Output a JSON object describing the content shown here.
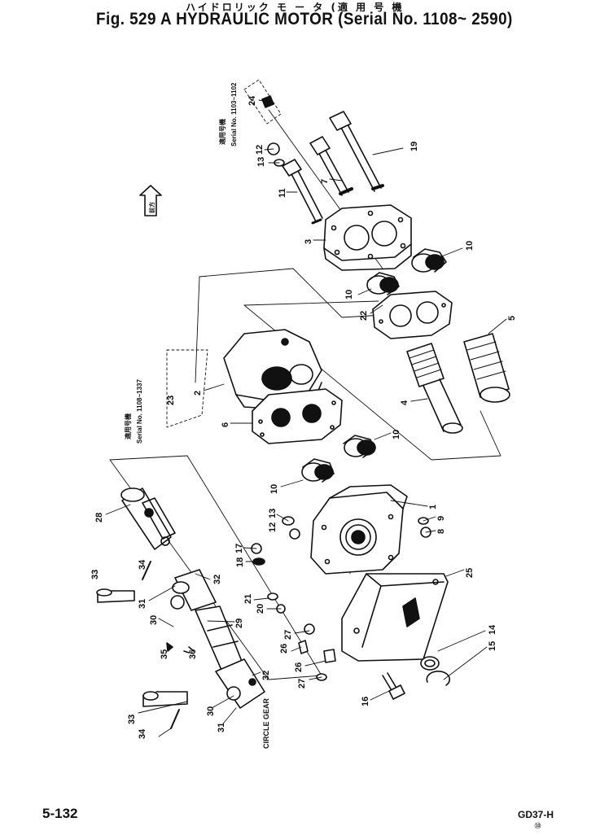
{
  "header": {
    "title_jp": "ハイドロリック モ ー タ (適 用 号 機",
    "title": "Fig. 529 A HYDRAULIC MOTOR (Serial No. 1108~ 2590)"
  },
  "notes": {
    "serial_top": "Serial No. 1103~1102",
    "serial_top_jp": "適用号機",
    "serial_mid": "Serial No. 1108~1337",
    "serial_mid_jp": "適用号機",
    "front_arrow_jp": "前方",
    "circle_gear": "CIRCLE GEAR"
  },
  "callouts": [
    {
      "id": "c24",
      "label": "24"
    },
    {
      "id": "c12",
      "label": "12"
    },
    {
      "id": "c13a",
      "label": "13"
    },
    {
      "id": "c11",
      "label": "11"
    },
    {
      "id": "c7",
      "label": "7"
    },
    {
      "id": "c19",
      "label": "19"
    },
    {
      "id": "c3",
      "label": "3"
    },
    {
      "id": "c10a",
      "label": "10"
    },
    {
      "id": "c10b",
      "label": "10"
    },
    {
      "id": "c22",
      "label": "22"
    },
    {
      "id": "c5",
      "label": "5"
    },
    {
      "id": "c4",
      "label": "4"
    },
    {
      "id": "c2",
      "label": "2"
    },
    {
      "id": "c23",
      "label": "23"
    },
    {
      "id": "c6",
      "label": "6"
    },
    {
      "id": "c10c",
      "label": "10"
    },
    {
      "id": "c10d",
      "label": "10"
    },
    {
      "id": "c28",
      "label": "28"
    },
    {
      "id": "c13b",
      "label": "13"
    },
    {
      "id": "c12b",
      "label": "12"
    },
    {
      "id": "c17",
      "label": "17"
    },
    {
      "id": "c18",
      "label": "18"
    },
    {
      "id": "c9",
      "label": "9"
    },
    {
      "id": "c8",
      "label": "8"
    },
    {
      "id": "c1",
      "label": "1"
    },
    {
      "id": "c25",
      "label": "25"
    },
    {
      "id": "c33a",
      "label": "33"
    },
    {
      "id": "c34a",
      "label": "34"
    },
    {
      "id": "c32a",
      "label": "32"
    },
    {
      "id": "c31a",
      "label": "31"
    },
    {
      "id": "c21",
      "label": "21"
    },
    {
      "id": "c20",
      "label": "20"
    },
    {
      "id": "c30a",
      "label": "30"
    },
    {
      "id": "c29",
      "label": "29"
    },
    {
      "id": "c35a",
      "label": "35"
    },
    {
      "id": "c36",
      "label": "36"
    },
    {
      "id": "c27a",
      "label": "27"
    },
    {
      "id": "c26a",
      "label": "26"
    },
    {
      "id": "c26b",
      "label": "26"
    },
    {
      "id": "c27b",
      "label": "27"
    },
    {
      "id": "c14",
      "label": "14"
    },
    {
      "id": "c15",
      "label": "15"
    },
    {
      "id": "c32b",
      "label": "32"
    },
    {
      "id": "c30b",
      "label": "30"
    },
    {
      "id": "c31b",
      "label": "31"
    },
    {
      "id": "c33b",
      "label": "33"
    },
    {
      "id": "c34b",
      "label": "34"
    },
    {
      "id": "c16",
      "label": "16"
    }
  ],
  "footer": {
    "page": "5-132",
    "model": "GD37-H",
    "rev": "⑩"
  }
}
